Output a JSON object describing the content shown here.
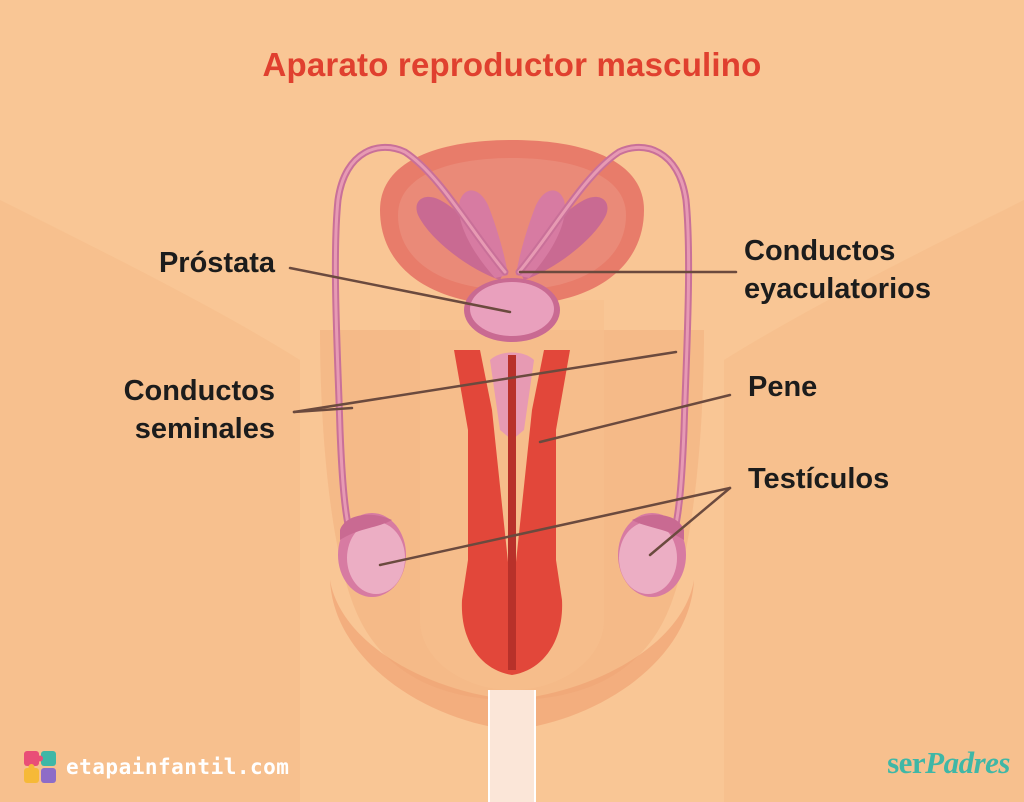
{
  "title": "Aparato reproductor masculino",
  "labels": {
    "prostata": "Próstata",
    "conductos_eyaculatorios_1": "Conductos",
    "conductos_eyaculatorios_2": "eyaculatorios",
    "conductos_seminales_1": "Conductos",
    "conductos_seminales_2": "seminales",
    "pene": "Pene",
    "testiculos": "Testículos"
  },
  "footer": {
    "site": "etapainfantil.com",
    "brand_part1": "ser",
    "brand_part2": "Padres"
  },
  "colors": {
    "background": "#f9c695",
    "title": "#e0402f",
    "label": "#1c1c1c",
    "organ_red": "#e2473a",
    "organ_pink": "#e79ab3",
    "duct": "#c97099",
    "brand": "#3fb7a6"
  }
}
